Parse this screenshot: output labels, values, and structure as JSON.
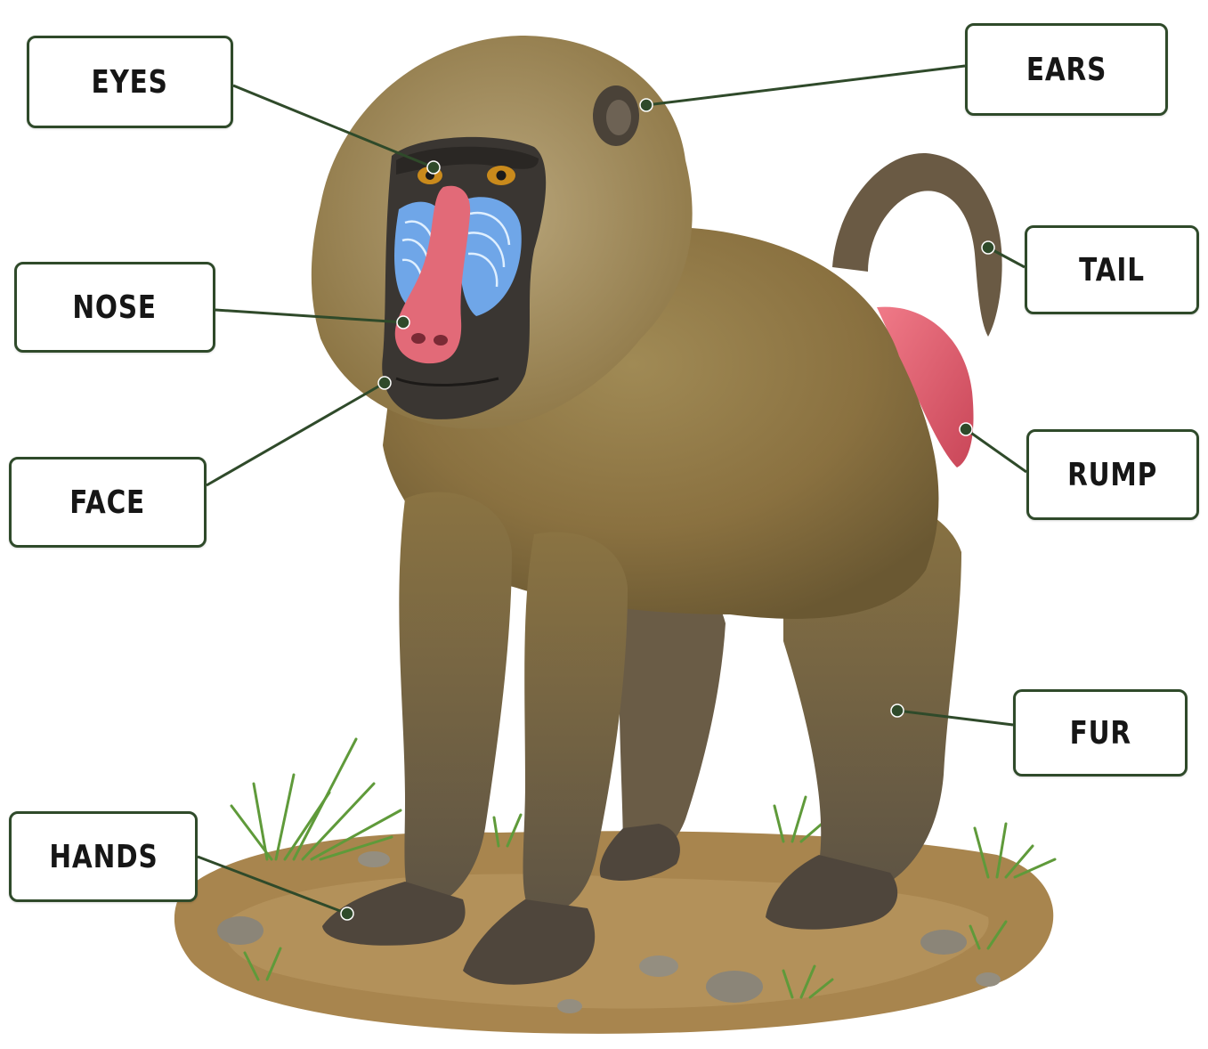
{
  "labels": {
    "eyes": "EYES",
    "nose": "NOSE",
    "face": "FACE",
    "hands": "HANDS",
    "ears": "EARS",
    "tail": "TAIL",
    "rump": "RUMP",
    "fur": "FUR"
  },
  "colors": {
    "border": "#2f4a2a",
    "fur": "#8a7140",
    "fur_dark": "#5e5040",
    "nose": "#e26a78",
    "cheek": "#6fa6e8",
    "rump": "#e05a6c",
    "eye": "#c98a1c",
    "ground": "#a8854e",
    "grass": "#5f9a3a"
  }
}
